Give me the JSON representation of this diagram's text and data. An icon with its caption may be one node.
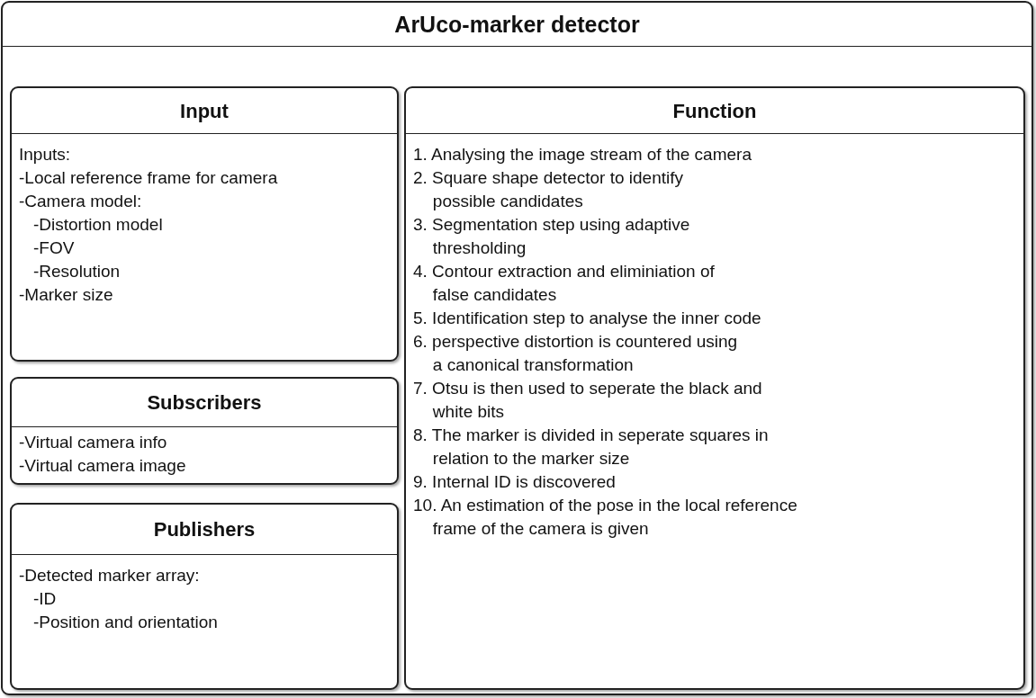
{
  "diagram": {
    "nodes": [
      {
        "text": [
          "ArUco-marker detector"
        ]
      },
      {
        "text": [
          "Input",
          "Inputs:",
          "-Local reference frame for camera",
          "-Camera model:",
          "-Distortion model",
          "-FOV",
          "-Resolution",
          "-Marker size"
        ],
        "in": 0
      },
      {
        "text": [
          "Subscribers",
          "-Virtual camera info",
          "-Virtual camera image"
        ],
        "in": 0
      },
      {
        "text": [
          "Publishers",
          "-Detected marker array:",
          "-ID",
          "-Position and orientation"
        ],
        "in": 0
      },
      {
        "text": [
          "Function",
          "1. Analysing the image stream of the camera",
          "2. Square shape detector to identify possible candidates",
          "3. Segmentation step using adaptive thresholding",
          "4. Contour extraction and eliminiation of false candidates",
          "5. Identification step to analyse the inner code",
          "6. perspective distortion is countered using a canonical transformation",
          "7. Otsu is then used to seperate the black and white bits",
          "8. The marker is divided in seperate squares in relation to the marker size",
          "9. Internal ID is discovered",
          "10. An estimation of the pose in the local reference frame of the camera is given"
        ],
        "in": 0
      }
    ],
    "edges": []
  }
}
